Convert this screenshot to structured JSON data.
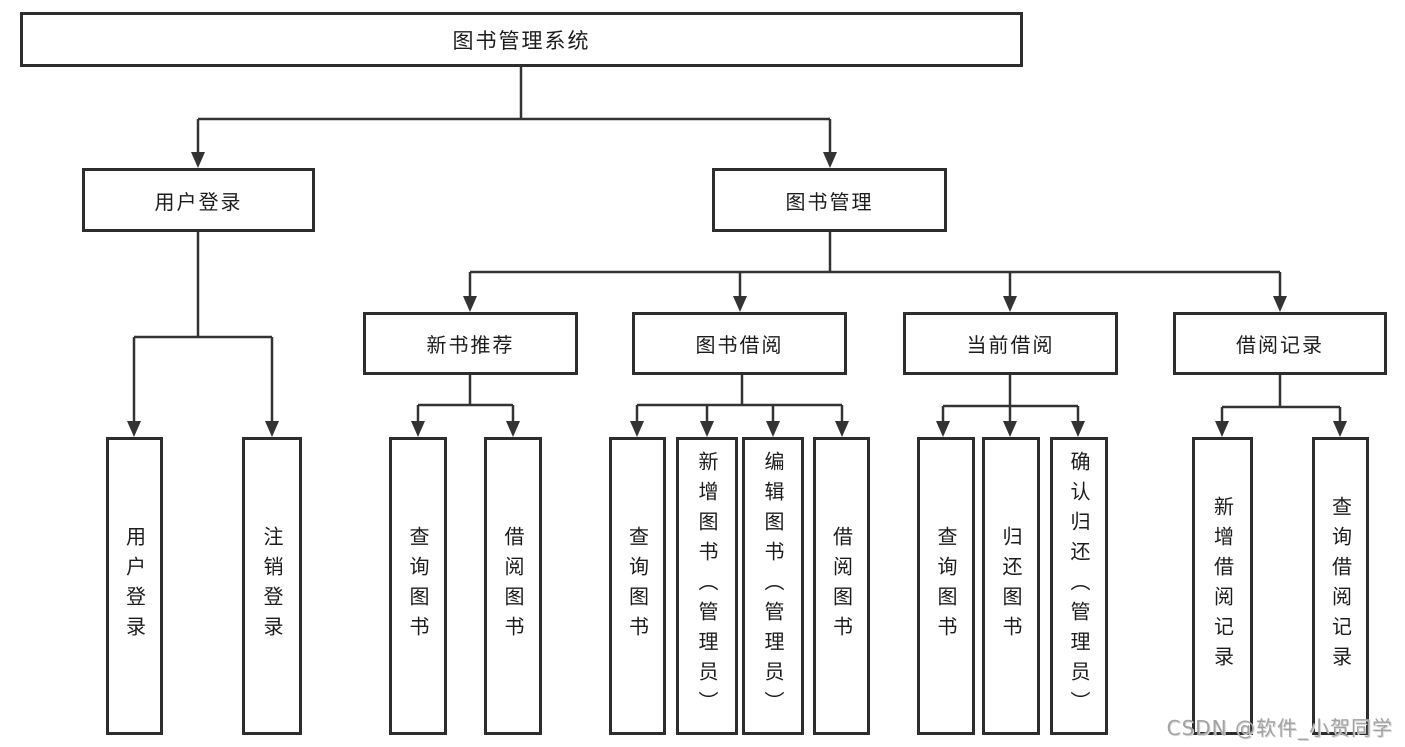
{
  "diagram": {
    "root": {
      "label": "图书管理系统"
    },
    "level2": [
      {
        "label": "用户登录",
        "children": [
          {
            "label": "用户登录"
          },
          {
            "label": "注销登录"
          }
        ]
      },
      {
        "label": "图书管理",
        "children": [
          {
            "label": "新书推荐",
            "children": [
              {
                "label": "查询图书"
              },
              {
                "label": "借阅图书"
              }
            ]
          },
          {
            "label": "图书借阅",
            "children": [
              {
                "label": "查询图书"
              },
              {
                "label": "新增图书（管理员）"
              },
              {
                "label": "编辑图书（管理员）"
              },
              {
                "label": "借阅图书"
              }
            ]
          },
          {
            "label": "当前借阅",
            "children": [
              {
                "label": "查询图书"
              },
              {
                "label": "归还图书"
              },
              {
                "label": "确认归还（管理员）"
              }
            ]
          },
          {
            "label": "借阅记录",
            "children": [
              {
                "label": "新增借阅记录"
              },
              {
                "label": "查询借阅记录"
              }
            ]
          }
        ]
      }
    ]
  },
  "watermark": {
    "text": "CSDN @软件_小贺同学"
  },
  "colors": {
    "line": "#333333",
    "box_border": "#2d2d2d",
    "text": "#1c1c1c",
    "background": "#ffffff",
    "watermark": "#a3a3a3"
  }
}
